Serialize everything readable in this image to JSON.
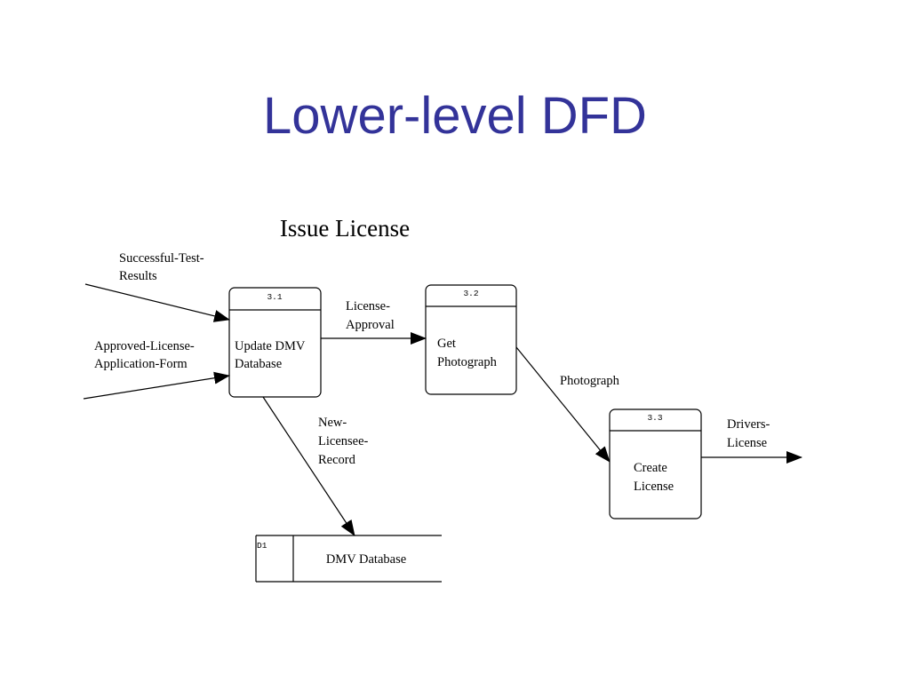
{
  "slide": {
    "title": "Lower-level DFD"
  },
  "diagram": {
    "title": "Issue License",
    "processes": [
      {
        "id": "3.1",
        "label_lines": [
          "Update DMV",
          "Database"
        ]
      },
      {
        "id": "3.2",
        "label_lines": [
          "Get",
          "Photograph"
        ]
      },
      {
        "id": "3.3",
        "label_lines": [
          "Create",
          "License"
        ]
      }
    ],
    "data_store": {
      "id": "D1",
      "label": "DMV Database"
    },
    "flows": [
      {
        "label_lines": [
          "Successful-Test-",
          "Results"
        ]
      },
      {
        "label_lines": [
          "Approved-License-",
          "Application-Form"
        ]
      },
      {
        "label_lines": [
          "License-",
          "Approval"
        ]
      },
      {
        "label_lines": [
          "Photograph"
        ]
      },
      {
        "label_lines": [
          "New-",
          "Licensee-",
          "Record"
        ]
      },
      {
        "label_lines": [
          "Drivers-",
          "License"
        ]
      }
    ]
  },
  "colors": {
    "title": "#333399",
    "lines": "#000000"
  }
}
